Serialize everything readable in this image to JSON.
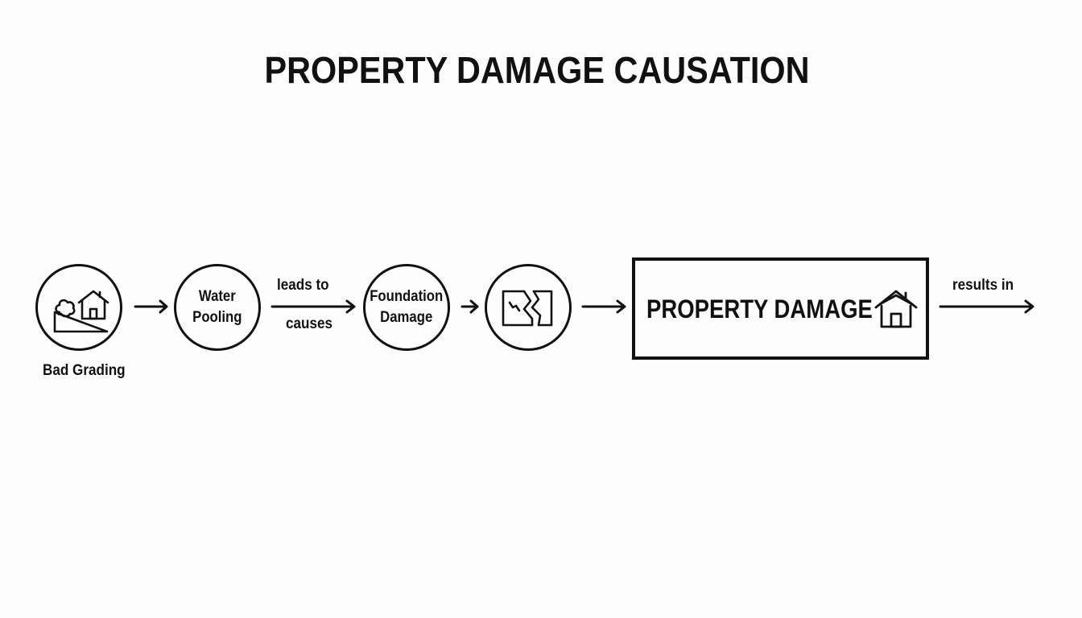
{
  "title": "PROPERTY DAMAGE CAUSATION",
  "nodes": {
    "bad_grading": {
      "caption": "Bad Grading",
      "icon": "slope-house-icon"
    },
    "water_pooling": {
      "label": "Water\nPooling"
    },
    "foundation_damage": {
      "label": "Foundation\nDamage"
    },
    "cracked_wall": {
      "icon": "cracked-wall-icon"
    },
    "property_damage": {
      "label": "PROPERTY DAMAGE",
      "icon": "house-icon"
    }
  },
  "edge_labels": {
    "leads_to": "leads to",
    "causes": "causes",
    "results_in": "results in"
  },
  "colors": {
    "ink": "#111111",
    "background": "#fdfdfd"
  }
}
